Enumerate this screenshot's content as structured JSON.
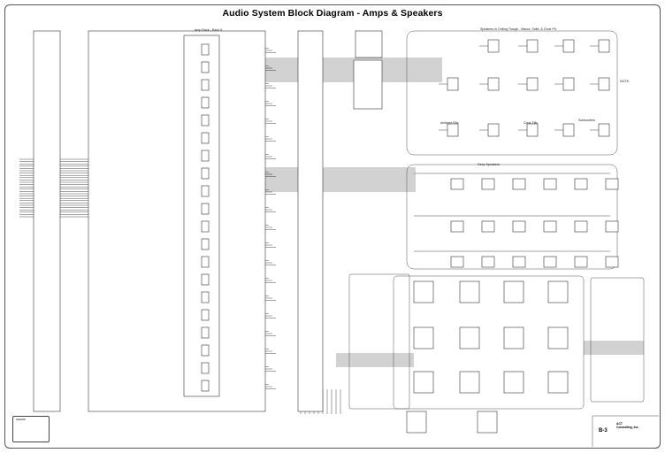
{
  "title": "Audio System Block Diagram - Amps & Speakers",
  "sections": {
    "amp_rack": "Amp Rack - Rack 5",
    "ceiling_speakers": "Speakers in Ceiling Trough - Manor, Suite, & Choir Pit",
    "deep_speakers": "Deep Speakers",
    "note": "NOTE:",
    "ambient": "Ambient Fills",
    "choir_fills": "Choir Fills",
    "subwoofers": "Subwoofers"
  },
  "sheet_number": "B-3",
  "company": {
    "line1": "ACT",
    "line2": "Consulting, Inc."
  },
  "legend_title": "LEGEND"
}
